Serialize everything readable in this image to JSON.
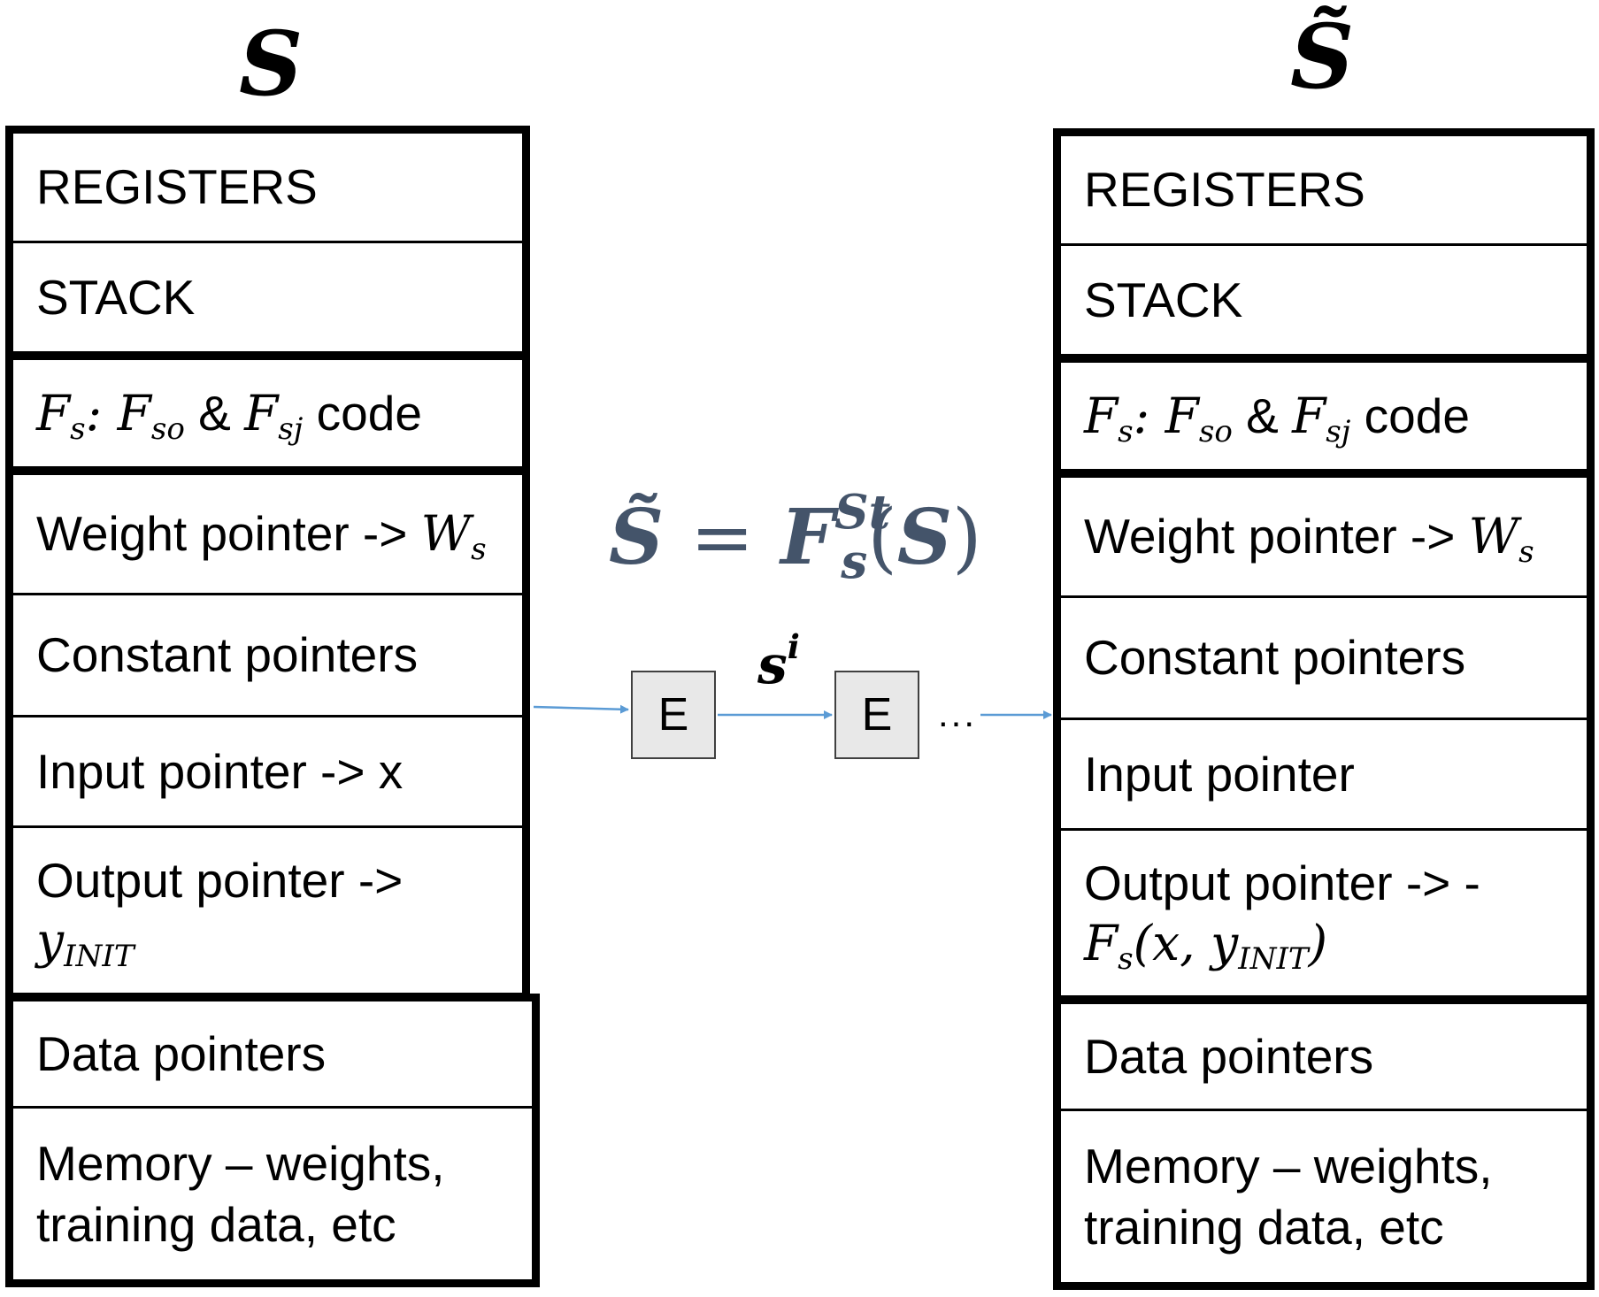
{
  "left_title": "S",
  "right_title": "S̃",
  "left_column": {
    "registers": "REGISTERS",
    "stack": "STACK",
    "code_suffix": "code",
    "weight": "Weight pointer ->",
    "constant": "Constant pointers",
    "input": "Input pointer -> x",
    "output_line1": "Output pointer ->",
    "data": "Data pointers",
    "memory_line1": "Memory – weights,",
    "memory_line2": "training data, etc"
  },
  "right_column": {
    "registers": "REGISTERS",
    "stack": "STACK",
    "code_suffix": "code",
    "weight": "Weight pointer ->",
    "constant": "Constant pointers",
    "input": "Input pointer",
    "output_line1": "Output pointer -> -",
    "data": "Data pointers",
    "memory_line1": "Memory – weights,",
    "memory_line2": "training data, etc"
  },
  "equation": {
    "lhs": "S̃",
    "equals": "=",
    "func": "F",
    "func_sup": "St",
    "func_sub": "s",
    "arg": "S"
  },
  "process": {
    "box1": "E",
    "box2": "E",
    "state_label": "s",
    "state_sup": "i",
    "ellipsis": "..."
  },
  "colors": {
    "arrow": "#5b9bd5",
    "equation": "#44546a",
    "box_fill": "#e8e8e8"
  }
}
